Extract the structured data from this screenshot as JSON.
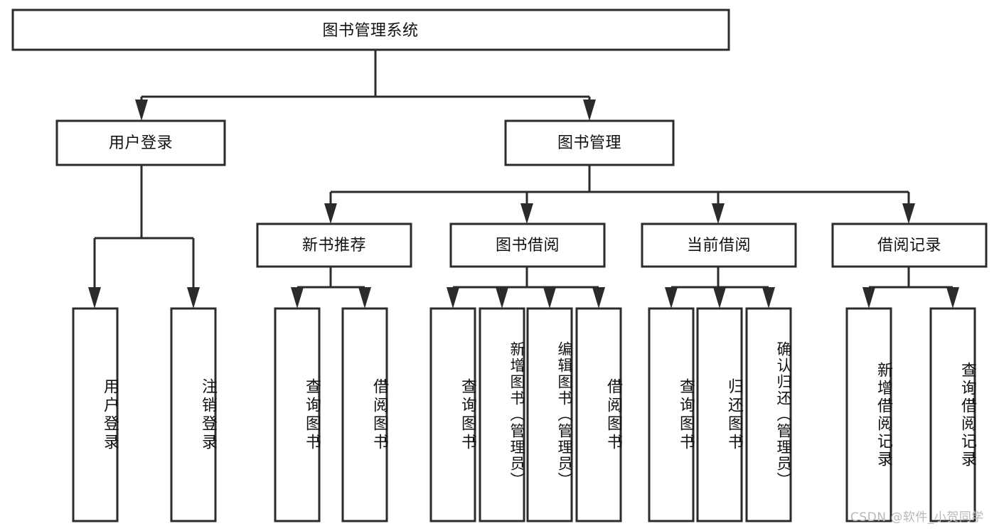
{
  "diagram": {
    "type": "tree",
    "title": "图书管理系统",
    "colors": {
      "box_fill": "#ffffff",
      "box_stroke": "#2b2b2b",
      "text": "#111111",
      "watermark": "#b9b9b9",
      "background": "#ffffff"
    },
    "root": {
      "label": "图书管理系统",
      "orientation": "horizontal"
    },
    "level1": [
      {
        "label": "用户登录",
        "orientation": "horizontal"
      },
      {
        "label": "图书管理",
        "orientation": "horizontal"
      }
    ],
    "level2": [
      {
        "label": "新书推荐",
        "orientation": "horizontal",
        "parent": "图书管理"
      },
      {
        "label": "图书借阅",
        "orientation": "horizontal",
        "parent": "图书管理"
      },
      {
        "label": "当前借阅",
        "orientation": "horizontal",
        "parent": "图书管理"
      },
      {
        "label": "借阅记录",
        "orientation": "horizontal",
        "parent": "图书管理"
      }
    ],
    "leaves": {
      "user_login": [
        {
          "label": "用户登录",
          "orientation": "vertical"
        },
        {
          "label": "注销登录",
          "orientation": "vertical"
        }
      ],
      "new_book_recommend": [
        {
          "label": "查询图书",
          "orientation": "vertical"
        },
        {
          "label": "借阅图书",
          "orientation": "vertical"
        }
      ],
      "book_borrow": [
        {
          "label": "查询图书",
          "orientation": "vertical"
        },
        {
          "label": "新增图书（管理员）",
          "orientation": "vertical"
        },
        {
          "label": "编辑图书（管理员）",
          "orientation": "vertical"
        },
        {
          "label": "借阅图书",
          "orientation": "vertical"
        }
      ],
      "current_borrow": [
        {
          "label": "查询图书",
          "orientation": "vertical"
        },
        {
          "label": "归还图书",
          "orientation": "vertical"
        },
        {
          "label": "确认归还（管理员）",
          "orientation": "vertical"
        }
      ],
      "borrow_record": [
        {
          "label": "新增借阅记录",
          "orientation": "vertical"
        },
        {
          "label": "查询借阅记录",
          "orientation": "vertical"
        }
      ]
    }
  },
  "watermark": {
    "text": "CSDN @软件_小贺同学"
  }
}
